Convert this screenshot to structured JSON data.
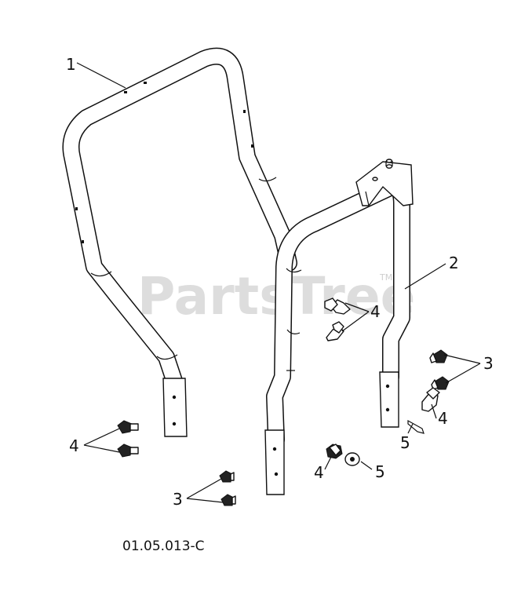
{
  "watermark": {
    "text": "PartsTree",
    "tm": "TM"
  },
  "callouts": {
    "frame_upper": "1",
    "frame_lower": "2",
    "bolts_right": "3",
    "bolts_bottom": "3",
    "screw_center": "4",
    "pin_right": "4",
    "bolts_left": "4",
    "nut_bottom": "4",
    "clip": "5",
    "washer": "5"
  },
  "drawing_code": "01.05.013-C"
}
